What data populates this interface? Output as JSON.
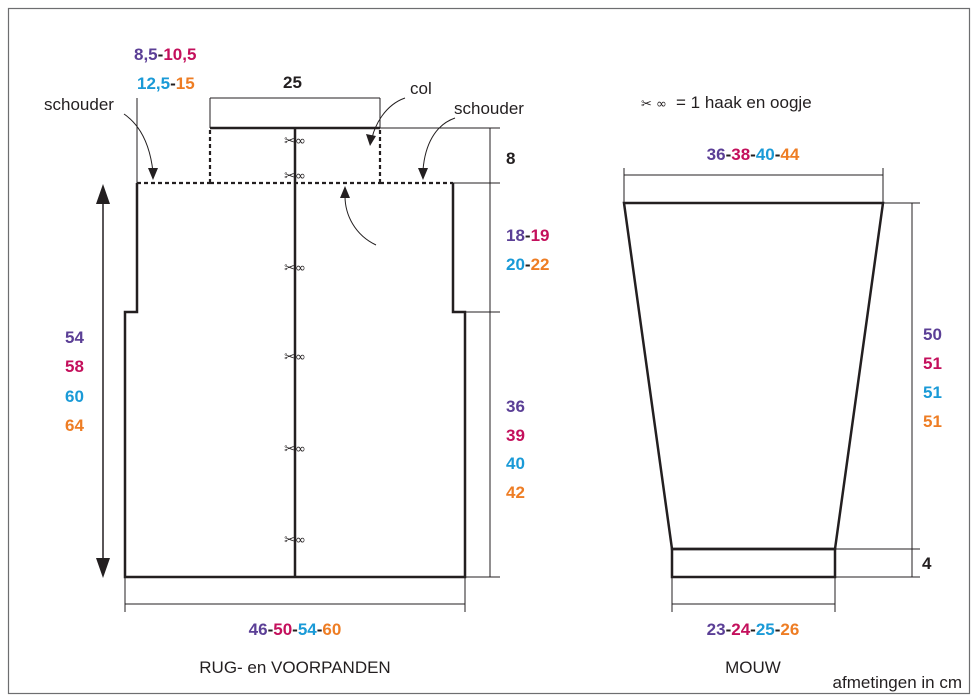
{
  "colors": {
    "size1": "#5b3f96",
    "size2": "#c4105c",
    "size3": "#1a9ad7",
    "size4": "#ee7d24",
    "ink": "#231f20",
    "frame": "#6d6e70"
  },
  "legend": {
    "symbol": "✂ ∞",
    "text": "= 1 haak en oogje"
  },
  "body_diagram": {
    "label": "RUG- en VOORPANDEN",
    "schouder_left": "schouder",
    "schouder_right": "schouder",
    "col": "col",
    "neck_width_top": "25",
    "neck_depth": "8",
    "shoulder_width_a": [
      "8,5",
      "10,5"
    ],
    "shoulder_width_b": [
      "12,5",
      "15"
    ],
    "armhole": [
      "18",
      "19",
      "20",
      "22"
    ],
    "side": [
      "36",
      "39",
      "40",
      "42"
    ],
    "total_length": [
      "54",
      "58",
      "60",
      "64"
    ],
    "width": [
      "46",
      "50",
      "54",
      "60"
    ]
  },
  "sleeve_diagram": {
    "label": "MOUW",
    "top_width": [
      "36",
      "38",
      "40",
      "44"
    ],
    "length": [
      "50",
      "51",
      "51",
      "51"
    ],
    "cuff": "4",
    "bottom_width": [
      "23",
      "24",
      "25",
      "26"
    ]
  },
  "footer": "afmetingen in cm"
}
